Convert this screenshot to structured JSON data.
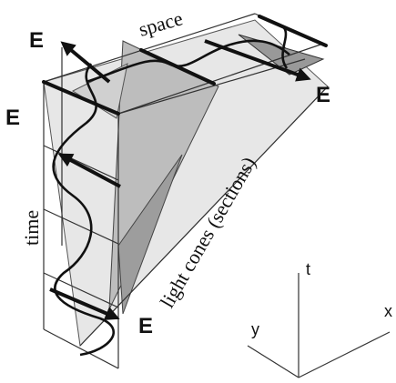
{
  "labels": {
    "space": "space",
    "time": "time",
    "light_cones": "light cones (sections)",
    "field": "E"
  },
  "axes": {
    "t": "t",
    "x": "x",
    "y": "y"
  },
  "colors": {
    "stroke": "#222222",
    "thin_stroke": "#444444",
    "dark_fill": "#9a9a9a",
    "mid_fill": "#c4c4c4",
    "light_fill": "#e4e4e4",
    "background": "#ffffff"
  }
}
